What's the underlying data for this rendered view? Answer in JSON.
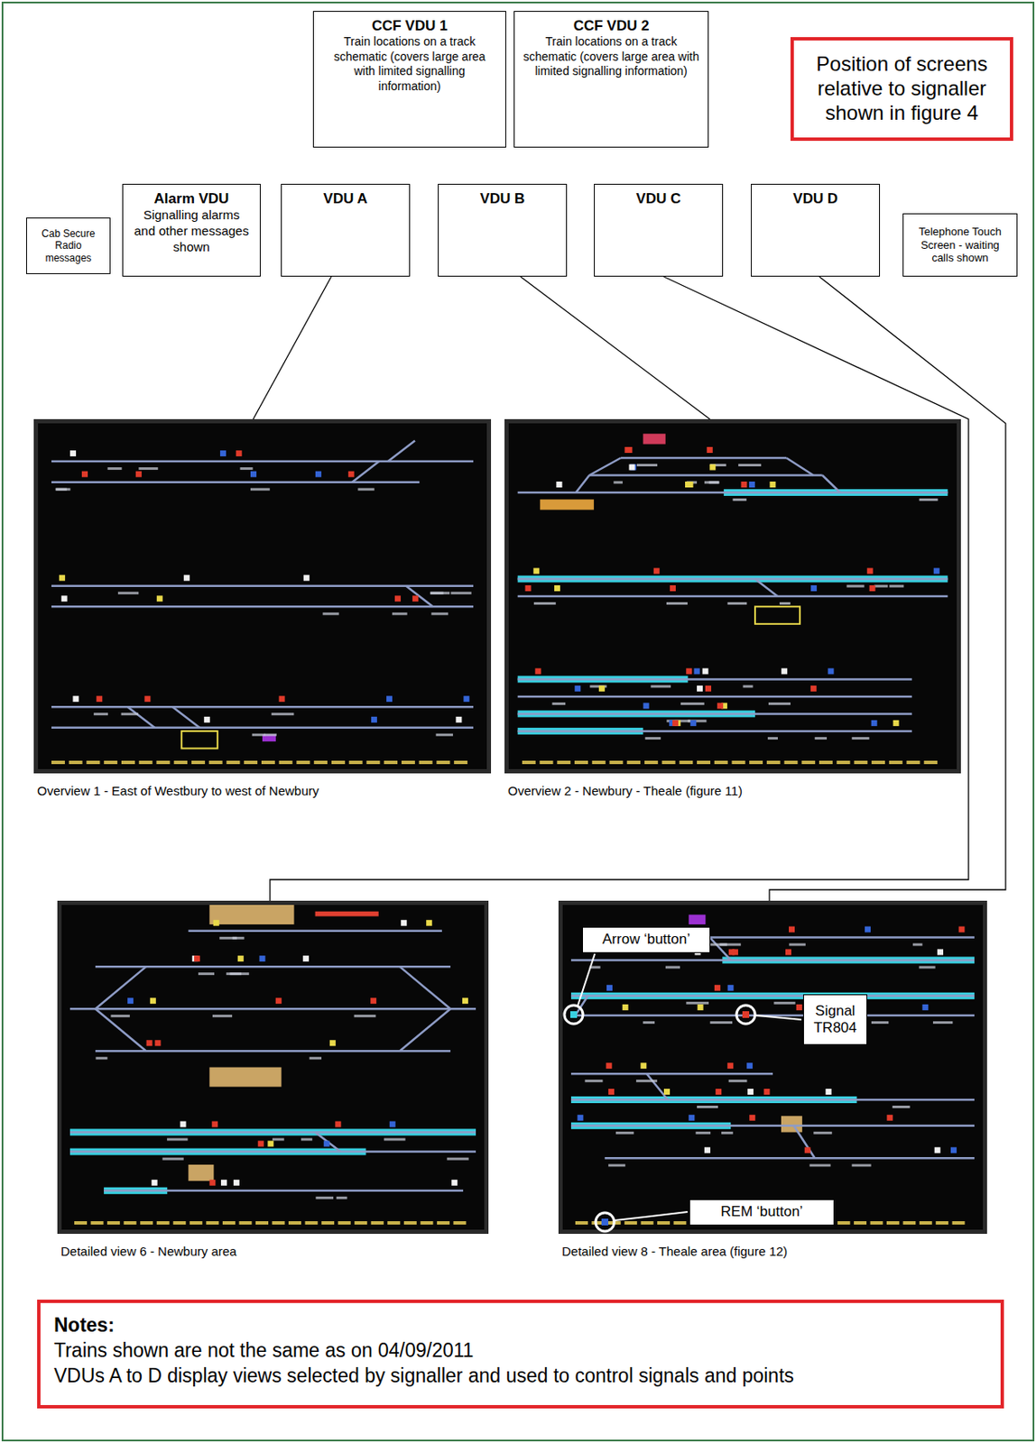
{
  "diagram": {
    "nodes": [
      {
        "text": [
          "CCF VDU 1",
          "Train locations on a track schematic (covers large area with limited signalling information)"
        ]
      },
      {
        "text": [
          "CCF VDU 2",
          "Train locations on a track schematic (covers large area with limited signalling information)"
        ]
      },
      {
        "text": [
          "Position of screens relative to signaller shown in figure 4"
        ]
      },
      {
        "text": [
          "Cab Secure Radio messages"
        ]
      },
      {
        "text": [
          "Alarm VDU",
          "Signalling alarms and other messages shown"
        ]
      },
      {
        "text": [
          "VDU A"
        ]
      },
      {
        "text": [
          "VDU B"
        ]
      },
      {
        "text": [
          "VDU C"
        ]
      },
      {
        "text": [
          "VDU D"
        ]
      },
      {
        "text": [
          "Telephone Touch Screen - waiting calls shown"
        ]
      },
      {
        "text": [
          "Overview 1 - East of Westbury to west of Newbury"
        ]
      },
      {
        "text": [
          "Overview 2 - Newbury - Theale (figure 11)"
        ]
      },
      {
        "text": [
          "Detailed view 6 - Newbury area"
        ]
      },
      {
        "text": [
          "Detailed view 8 - Theale area (figure 12)"
        ]
      },
      {
        "text": [
          "Arrow ‘button’"
        ],
        "in": 13
      },
      {
        "text": [
          "Signal TR804"
        ],
        "in": 13
      },
      {
        "text": [
          "REM ‘button’"
        ],
        "in": 13
      },
      {
        "text": [
          "Notes:",
          "Trains shown are not the same as on 04/09/2011",
          "VDUs A to D display views selected by signaller and used to control signals and points"
        ]
      }
    ],
    "edges": [
      {
        "from": 5,
        "to": 10,
        "arrow": "none"
      },
      {
        "from": 6,
        "to": 11,
        "arrow": "none"
      },
      {
        "from": 7,
        "to": 12,
        "arrow": "none"
      },
      {
        "from": 8,
        "to": 13,
        "arrow": "none"
      }
    ]
  }
}
